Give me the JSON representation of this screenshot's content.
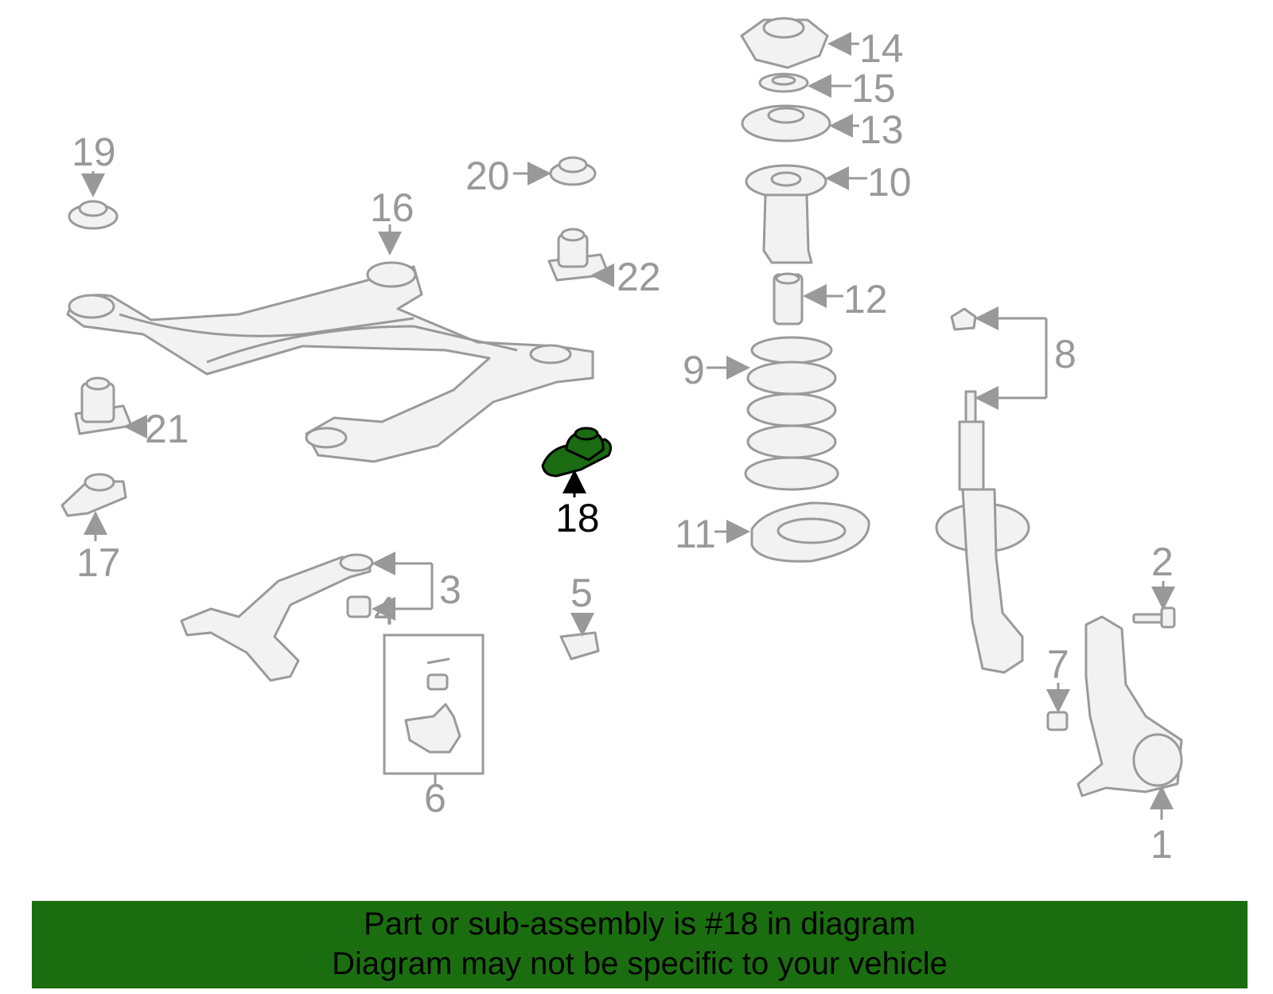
{
  "diagram": {
    "highlighted_part": "18",
    "highlight_color": "#1a6b12",
    "callouts": {
      "p1": "1",
      "p2": "2",
      "p3": "3",
      "p4": "4",
      "p5": "5",
      "p6": "6",
      "p7": "7",
      "p8": "8",
      "p9": "9",
      "p10": "10",
      "p11": "11",
      "p12": "12",
      "p13": "13",
      "p14": "14",
      "p15": "15",
      "p16": "16",
      "p17": "17",
      "p18": "18",
      "p19": "19",
      "p20": "20",
      "p21": "21",
      "p22": "22"
    }
  },
  "banner": {
    "line1": "Part or sub-assembly is #18 in diagram",
    "line2": "Diagram may not be specific to your vehicle",
    "background": "#1b6e10"
  }
}
